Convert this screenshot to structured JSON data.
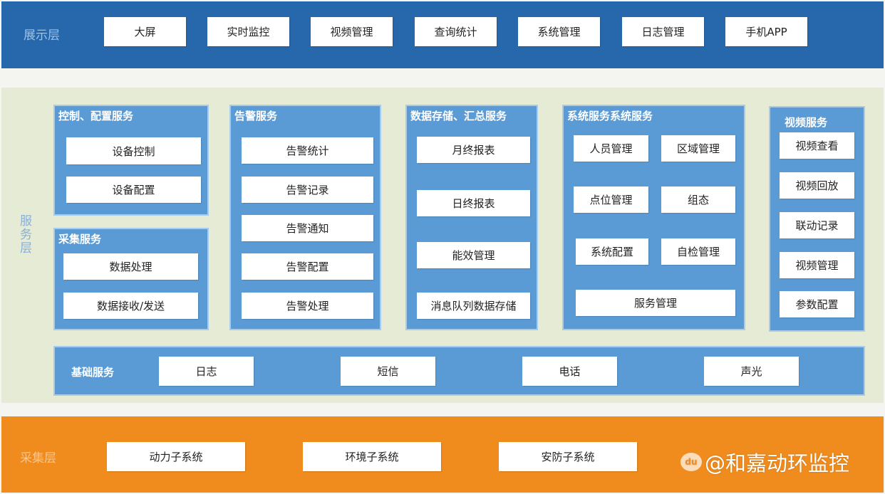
{
  "display_layer": {
    "label": "展示层",
    "items": [
      "大屏",
      "实时监控",
      "视频管理",
      "查询统计",
      "系统管理",
      "日志管理",
      "手机APP"
    ]
  },
  "service_layer": {
    "label": "服务层",
    "control": {
      "title": "控制、配置服务",
      "items": [
        "设备控制",
        "设备配置"
      ]
    },
    "collect": {
      "title": "采集服务",
      "items": [
        "数据处理",
        "数据接收/发送"
      ]
    },
    "alarm": {
      "title": "告警服务",
      "items": [
        "告警统计",
        "告警记录",
        "告警通知",
        "告警配置",
        "告警处理"
      ]
    },
    "storage": {
      "title": "数据存储、汇总服务",
      "items": [
        "月终报表",
        "日终报表",
        "能效管理",
        "消息队列数据存储"
      ]
    },
    "system": {
      "title": "系统服务系统服务",
      "items": [
        "人员管理",
        "区域管理",
        "点位管理",
        "组态",
        "系统配置",
        "自检管理",
        "服务管理"
      ]
    },
    "video": {
      "title": "视频服务",
      "items": [
        "视频查看",
        "视频回放",
        "联动记录",
        "视频管理",
        "参数配置"
      ]
    },
    "basic": {
      "title": "基础服务",
      "items": [
        "日志",
        "短信",
        "电话",
        "声光"
      ]
    }
  },
  "collect_layer": {
    "label": "采集层",
    "items": [
      "动力子系统",
      "环境子系统",
      "安防子系统"
    ]
  },
  "watermark": {
    "logo": "du",
    "text": "@和嘉动环监控"
  }
}
